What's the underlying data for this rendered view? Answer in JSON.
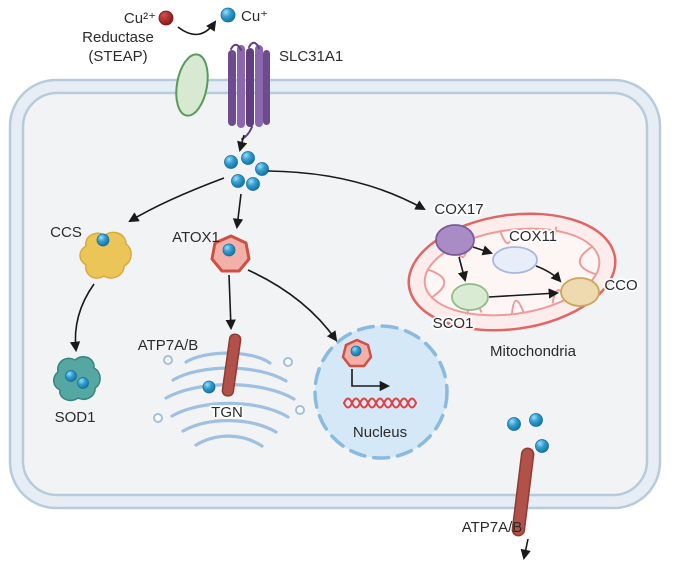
{
  "diagram": {
    "extracellular": {
      "cu2_label": "Cu²⁺",
      "cu1_label": "Cu⁺",
      "reductase_line1": "Reductase",
      "reductase_line2": "(STEAP)",
      "slc31a1_label": "SLC31A1"
    },
    "cytoplasm": {
      "ccs_label": "CCS",
      "sod1_label": "SOD1",
      "atox1_label": "ATOX1",
      "atp7ab_tgn_label": "ATP7A/B",
      "tgn_label": "TGN",
      "nucleus_label": "Nucleus",
      "mitochondria_label": "Mitochondria",
      "cox17_label": "COX17",
      "cox11_label": "COX11",
      "sco1_label": "SCO1",
      "cco_label": "CCO"
    },
    "export": {
      "atp7ab_label": "ATP7A/B"
    }
  },
  "colors": {
    "copper_ion_blue": "#2f9fd1",
    "cu2_ion_red": "#9b1f1f",
    "membrane_line": "#b7cbdc",
    "membrane_band": "#e6edf4",
    "cytoplasm_fill": "#f2f3f4",
    "reductase_fill": "#d8e9d2",
    "reductase_stroke": "#579a5d",
    "slc31a1_purple": "#7c589c",
    "ccs_fill": "#ecc558",
    "sod1_fill": "#55a8a1",
    "atox1_fill": "#f3b0a8",
    "atox1_stroke": "#cf4f44",
    "atp7ab_fill": "#b2514a",
    "tgn_line": "#9fc0e0",
    "nucleus_fill": "#d4e8f7",
    "nucleus_stroke": "#8bbadf",
    "mito_fill": "#fdecec",
    "mito_stroke": "#e26464",
    "cox17_fill": "#a98bc6",
    "cox11_fill": "#e8edfa",
    "sco1_fill": "#d9ecd3",
    "cco_fill": "#eedaae",
    "dna_red": "#e04040",
    "arrow_black": "#1a1a1a"
  }
}
